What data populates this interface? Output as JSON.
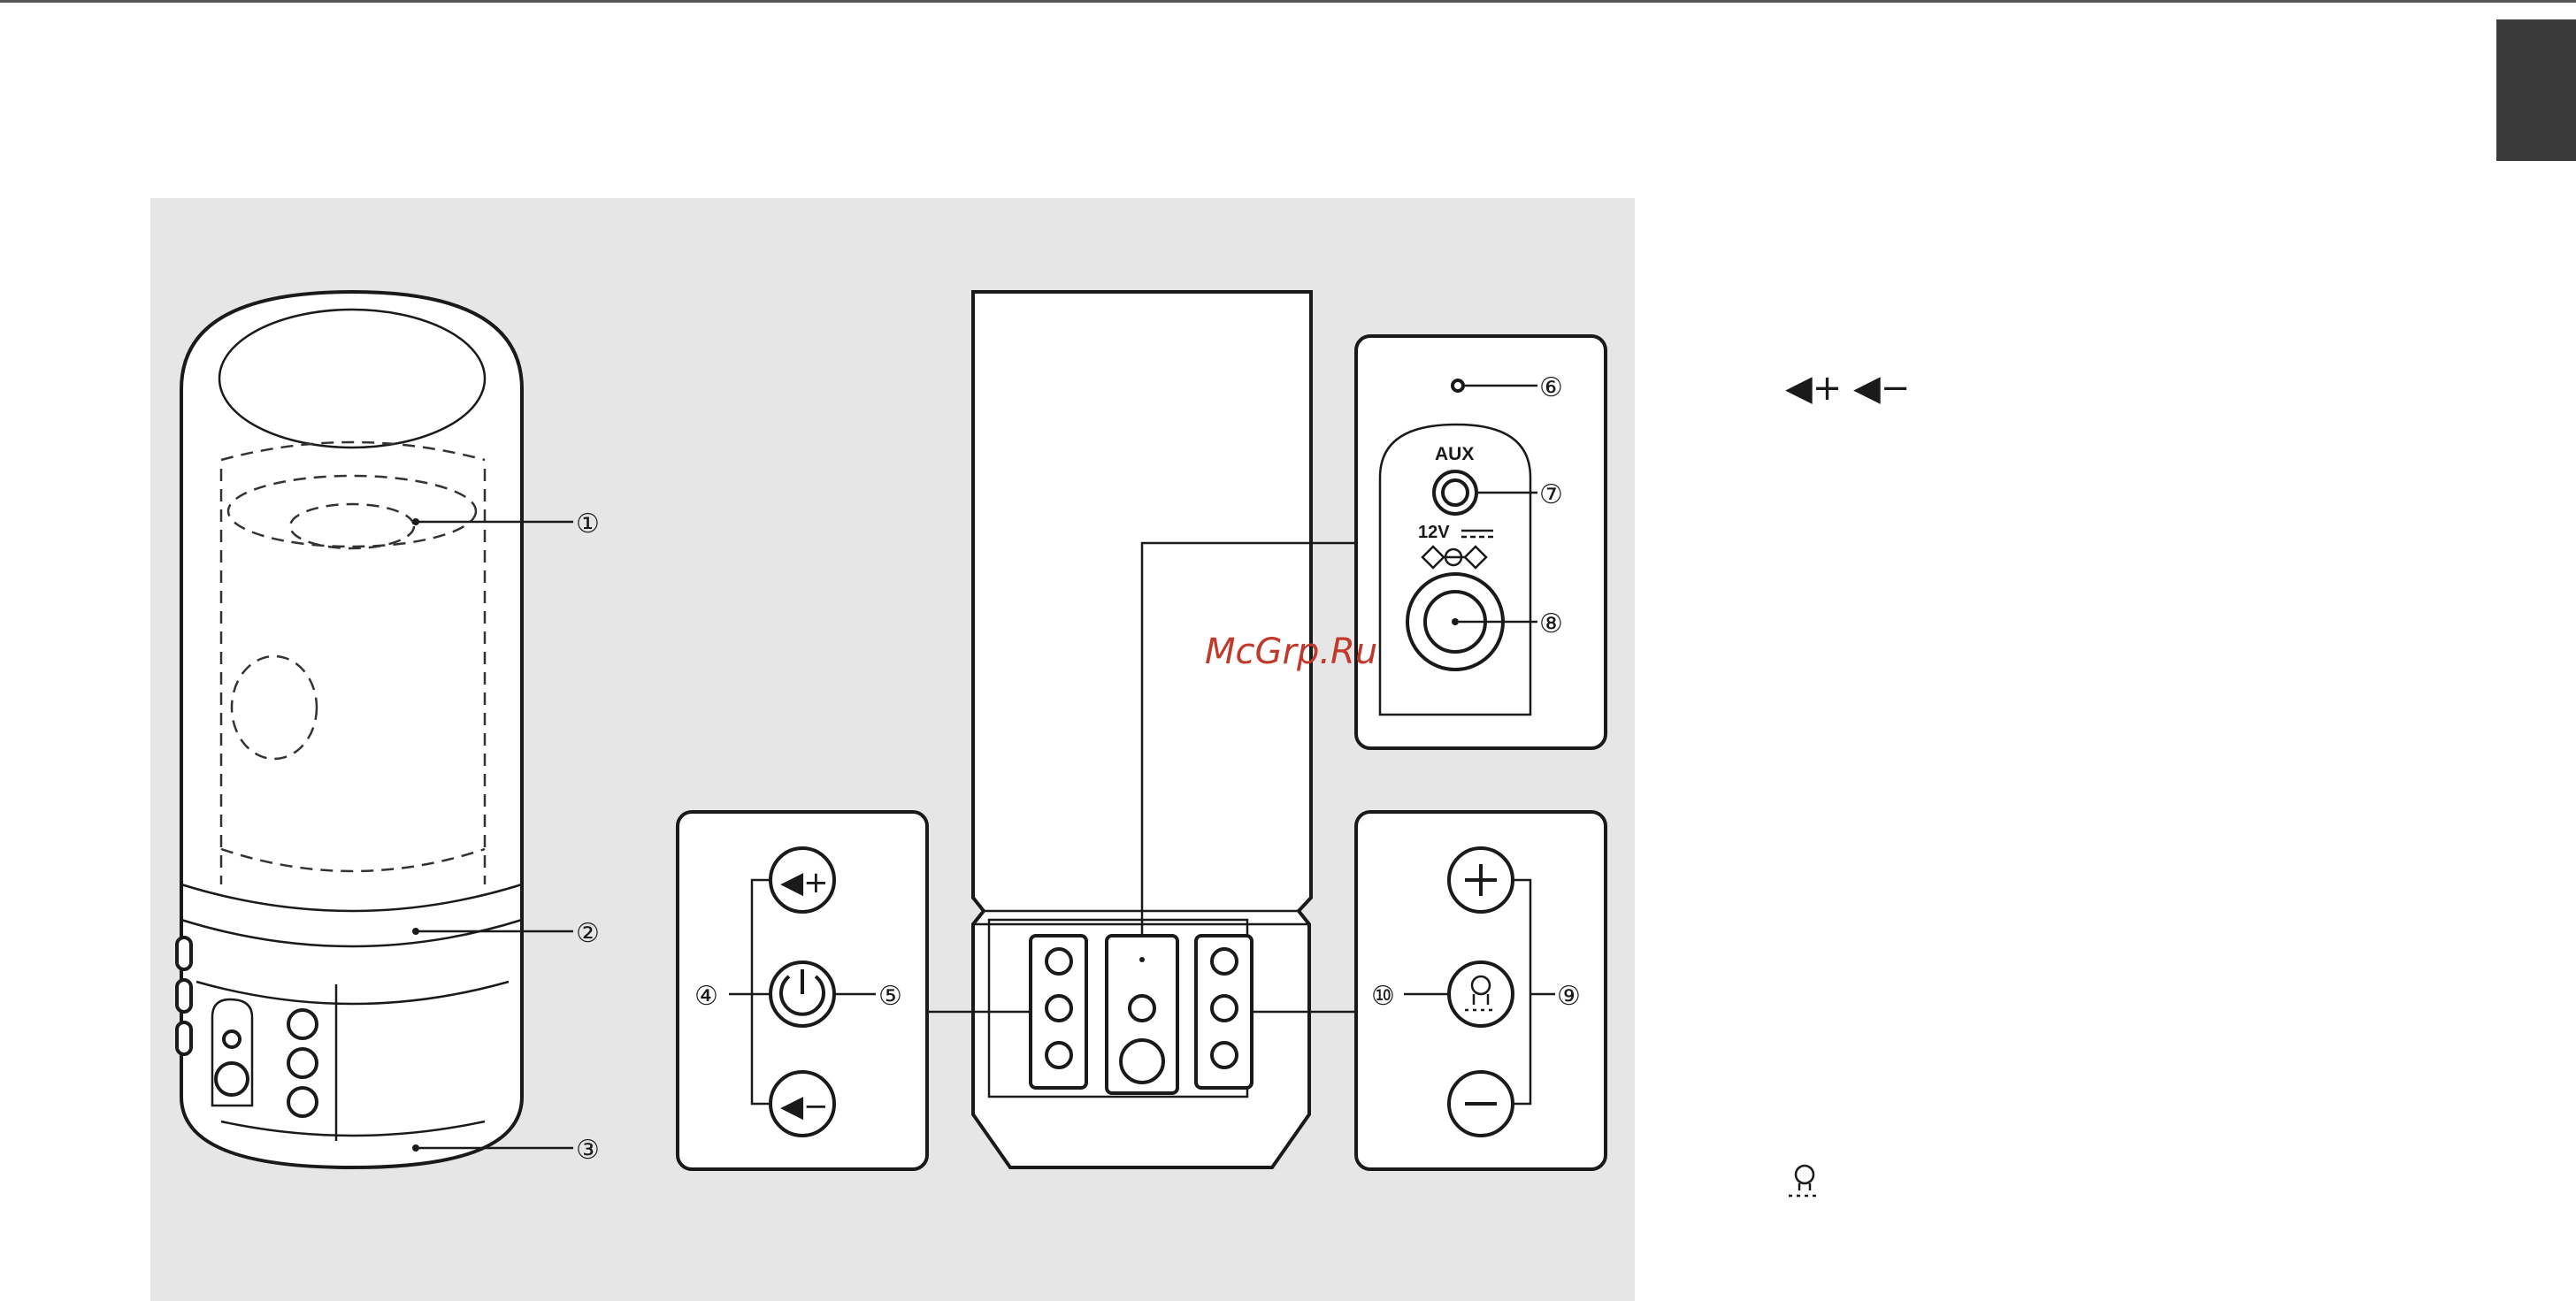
{
  "header": {
    "side_tab_color": "#3a3a3a"
  },
  "figure": {
    "background": "#e6e6e6",
    "callouts": [
      "①",
      "②",
      "③",
      "④",
      "⑤",
      "⑥",
      "⑦",
      "⑧",
      "⑨",
      "⑩"
    ],
    "rear_panel": {
      "aux_label": "AUX",
      "power_label": "12V"
    },
    "watermark": "McGrp.Ru"
  },
  "legend": {
    "volume_icons": "◀+ ◀−",
    "light_icon_name": "bulb-icon"
  }
}
